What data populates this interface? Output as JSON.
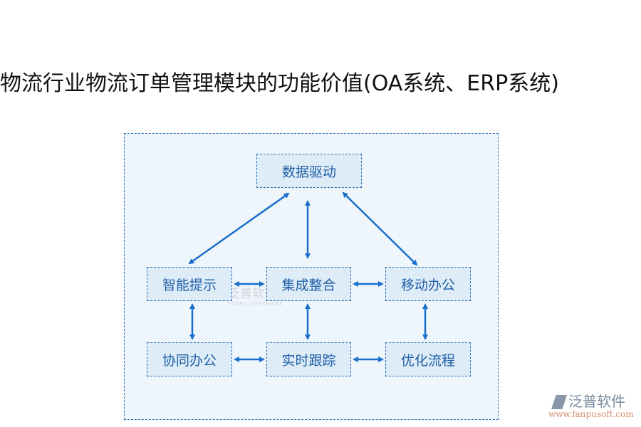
{
  "title": "物流行业物流订单管理模块的功能价值(OA系统、ERP系统)",
  "nodes": {
    "data_driven": "数据驱动",
    "smart_hint": "智能提示",
    "integration": "集成整合",
    "mobile_office": "移动办公",
    "collab_office": "协同办公",
    "realtime_tracking": "实时跟踪",
    "optimize_flow": "优化流程"
  },
  "watermark": {
    "cn": "泛普软件",
    "en": "FANPU SOFTWARE"
  },
  "logo": {
    "cn": "泛普软件",
    "url": "www.fanpusoft.com"
  },
  "colors": {
    "arrow": "#1a6fcc",
    "node_bg": "#deecf7",
    "border": "#2a6fb5"
  }
}
